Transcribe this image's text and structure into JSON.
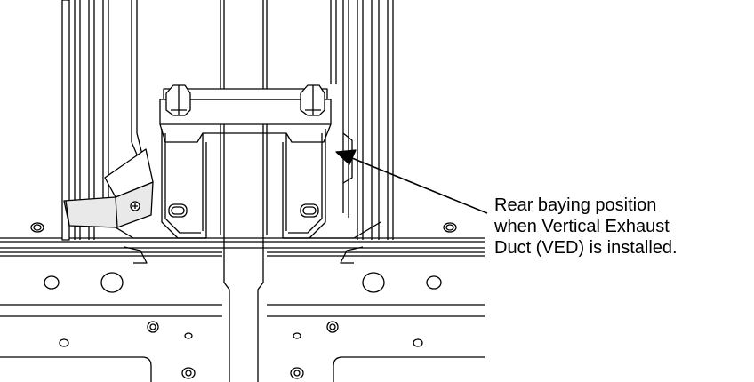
{
  "callout": {
    "lines": [
      "Rear baying position",
      "when Vertical Exhaust",
      "Duct (VED) is installed."
    ]
  },
  "colors": {
    "line": "#000000",
    "fill": "#ffffff",
    "shade": "#d9d9d9"
  }
}
